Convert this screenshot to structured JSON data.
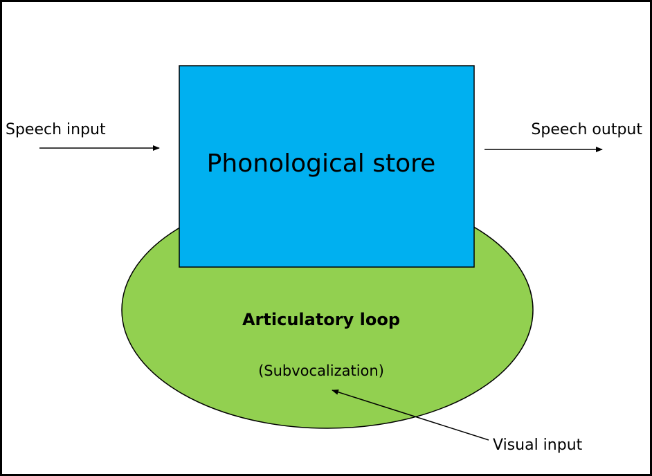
{
  "diagram": {
    "store_label": "Phonological store",
    "loop_label": "Articulatory loop",
    "loop_sublabel": "(Subvocalization)",
    "speech_input_label": "Speech input",
    "speech_output_label": "Speech output",
    "visual_input_label": "Visual input"
  },
  "colors": {
    "store_fill": "#00b0f0",
    "loop_fill": "#92d050",
    "stroke": "#000000"
  }
}
